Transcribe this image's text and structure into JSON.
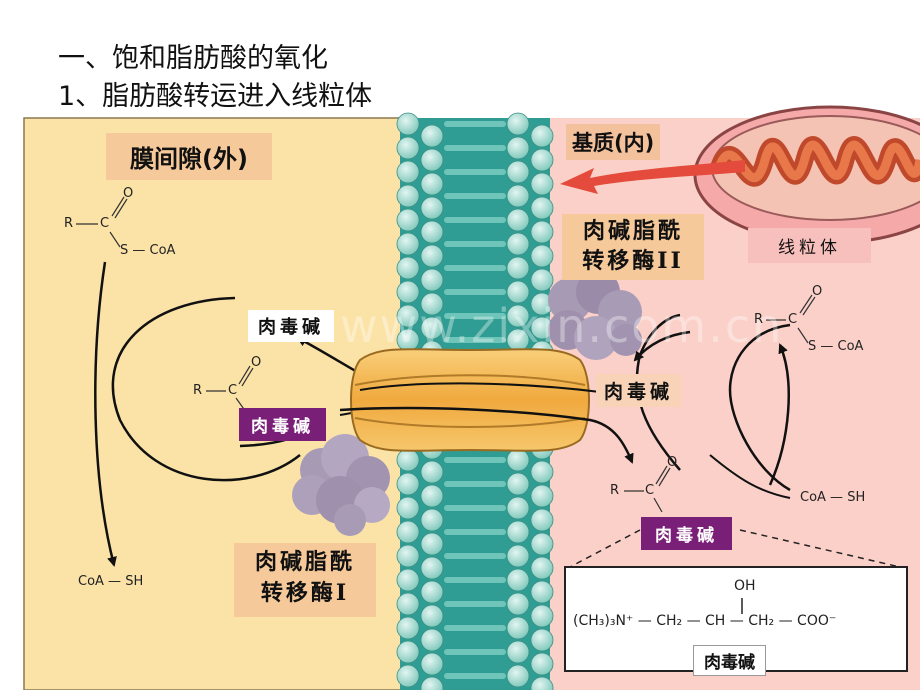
{
  "slide": {
    "title_line1": "一、饱和脂肪酸的氧化",
    "title_line2": "1、脂肪酸转运进入线粒体"
  },
  "regions": {
    "intermembrane": "膜间隙(外)",
    "matrix": "基质(内)",
    "mitochondrion": "线粒体"
  },
  "enzymes": {
    "cpt1_line1": "肉碱脂酰",
    "cpt1_line2": "转移酶I",
    "cpt2_line1": "肉碱脂酰",
    "cpt2_line2": "转移酶II"
  },
  "carnitine_labels": {
    "left_free": "肉毒碱",
    "left_acyl": "肉毒碱",
    "right_free": "肉毒碱",
    "right_acyl": "肉毒碱",
    "structure_caption": "肉毒碱"
  },
  "chemistry": {
    "r": "R",
    "c": "C",
    "o": "O",
    "s_coa": "S — CoA",
    "coa_sh_left": "CoA — SH",
    "coa_sh_right": "CoA — SH",
    "structure_formula": "(CH₃)₃N⁺ — CH₂ — CH — CH₂ — COO⁻",
    "structure_oh": "OH"
  },
  "watermark": "www.zixin.com.cn",
  "colors": {
    "left_bg": "#fbe3a8",
    "right_bg": "#fbd0c8",
    "membrane_bead": "#9fd3c9",
    "membrane_tail": "#4fb3a6",
    "transporter": "#f3b552",
    "purple": "#7a1f78",
    "enzyme_blob": "#a79ab5",
    "arrow_red": "#e44b3c"
  }
}
